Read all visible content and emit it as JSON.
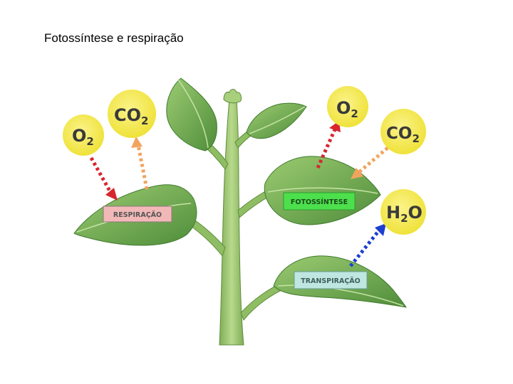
{
  "title": "Fotossíntese e respiração",
  "gases": {
    "o2_left": {
      "main": "O",
      "sub": "2"
    },
    "co2_left": {
      "main": "CO",
      "sub": "2"
    },
    "o2_right": {
      "main": "O",
      "sub": "2"
    },
    "co2_right": {
      "main": "CO",
      "sub": "2"
    },
    "h2o": {
      "pre": "H",
      "sub": "2",
      "post": "O"
    }
  },
  "labels": {
    "respiration": "RESPIRAÇÃO",
    "photosynthesis": "FOTOSSÍNTESE",
    "transpiration": "TRANSPIRAÇÃO"
  },
  "colors": {
    "circle": "#f5ec4a",
    "respiration_box": "#f2b8b8",
    "photosynthesis_box": "#4ce04c",
    "transpiration_box": "#bfe6e0",
    "arrow_red": "#d8262e",
    "arrow_orange": "#f2a35e",
    "arrow_blue": "#1c3fd0"
  }
}
